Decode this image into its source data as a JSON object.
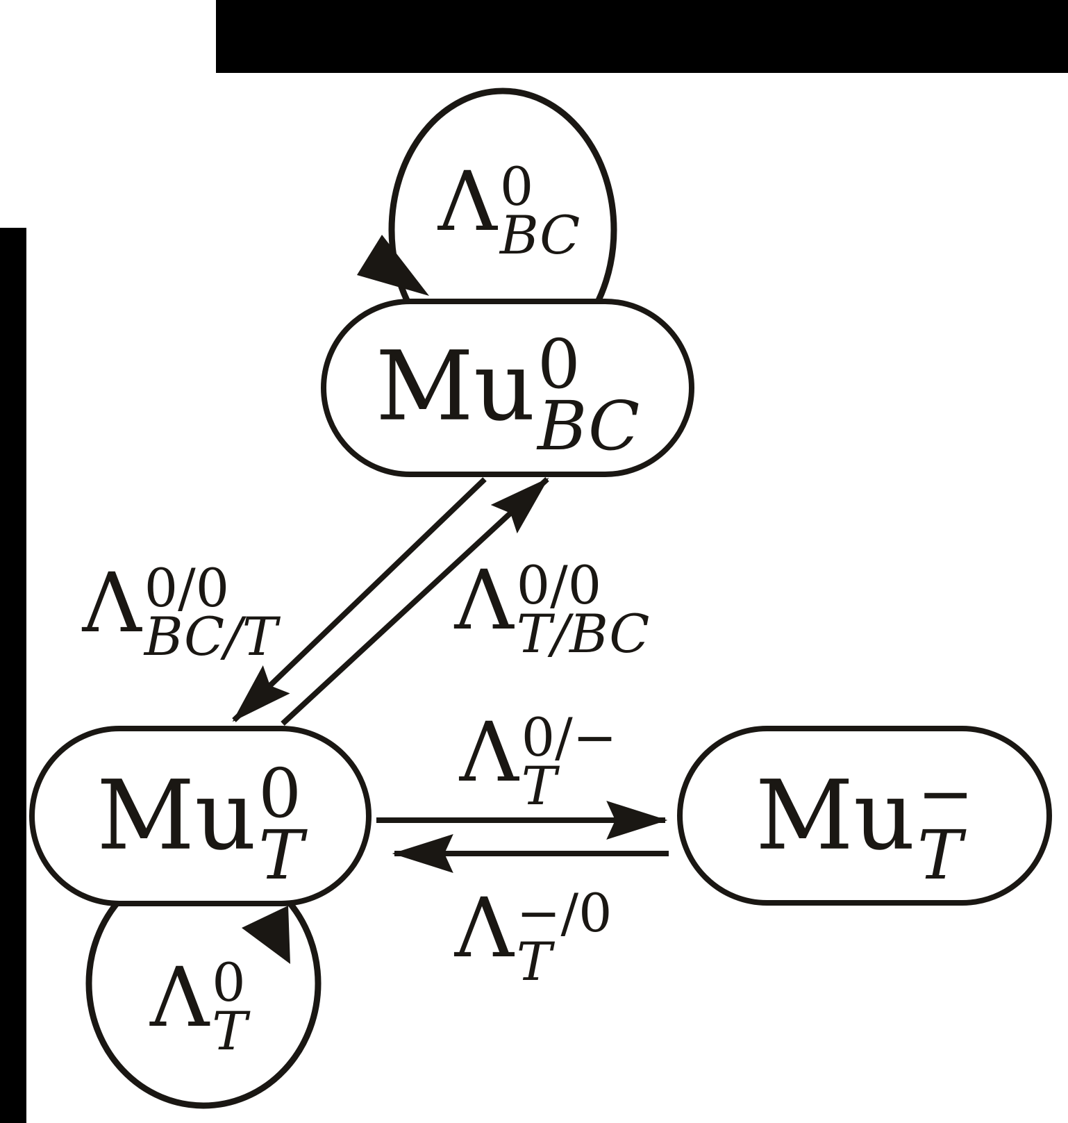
{
  "figure": {
    "type": "state-transition-diagram",
    "background": "#ffffff",
    "ink": "#1a1713",
    "crop_bar_color": "#000000",
    "nodes": {
      "mu0_bc": {
        "base": "Mu",
        "sup": "0",
        "sub": "BC"
      },
      "mu0_t": {
        "base": "Mu",
        "sup": "0",
        "sub": "T"
      },
      "mum_t": {
        "base": "Mu",
        "sup": "−",
        "sub": "T"
      }
    },
    "edge_labels": {
      "loop_bc": {
        "base": "Λ",
        "sup": "0",
        "sub": "BC"
      },
      "bc_to_t": {
        "base": "Λ",
        "sup": "0/0",
        "sub": "BC/T"
      },
      "t_to_bc": {
        "base": "Λ",
        "sup": "0/0",
        "sub": "T/BC"
      },
      "t0_to_tm": {
        "base": "Λ",
        "sup": "0/−",
        "sub": "T"
      },
      "tm_to_t0": {
        "base": "Λ",
        "sup": "−/0",
        "sub": "T"
      },
      "loop_t": {
        "base": "Λ",
        "sup": "0",
        "sub": "T"
      }
    }
  }
}
